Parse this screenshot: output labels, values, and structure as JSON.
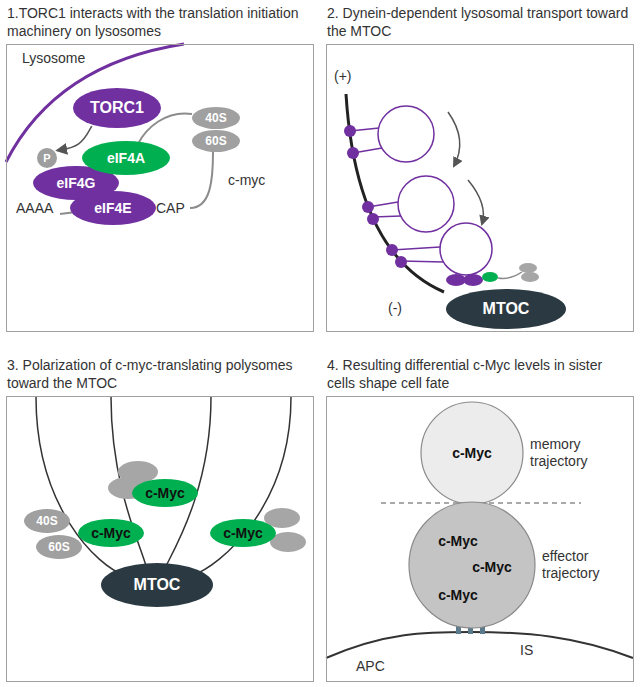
{
  "diagram": {
    "nodes": [
      {
        "text": [
          "1.TORC1 interacts with the translation initiation machinery on lysosomes"
        ]
      },
      {
        "text": [
          "TORC1"
        ],
        "in": 0
      },
      {
        "text": [
          "P"
        ],
        "in": 0
      },
      {
        "text": [
          "eIF4G"
        ],
        "in": 0
      },
      {
        "text": [
          "eIF4A"
        ],
        "in": 0
      },
      {
        "text": [
          "eIF4E"
        ],
        "in": 0
      },
      {
        "text": [
          "40S"
        ],
        "in": 0
      },
      {
        "text": [
          "60S"
        ],
        "in": 0
      },
      {
        "text": [
          "2. Dynein-dependent lysosomal transport toward the MTOC"
        ]
      },
      {
        "text": [
          "MTOC"
        ],
        "in": 8
      },
      {
        "text": [
          "3. Polarization of c-myc-translating polysomes toward the MTOC"
        ]
      },
      {
        "text": [
          "40S"
        ],
        "in": 10
      },
      {
        "text": [
          "60S"
        ],
        "in": 10
      },
      {
        "text": [
          "c-Myc"
        ],
        "in": 10
      },
      {
        "text": [
          "c-Myc"
        ],
        "in": 10
      },
      {
        "text": [
          "c-Myc"
        ],
        "in": 10
      },
      {
        "text": [
          "MTOC"
        ],
        "in": 10
      },
      {
        "text": [
          "4. Resulting differential c-Myc levels in sister cells shape cell fate"
        ]
      },
      {
        "text": [
          "memory trajectory"
        ],
        "in": 17
      },
      {
        "text": [
          "c-Myc"
        ],
        "in": 18
      },
      {
        "text": [
          "effector trajectory"
        ],
        "in": 17
      },
      {
        "text": [
          "c-Myc"
        ],
        "in": 20
      },
      {
        "text": [
          "c-Myc"
        ],
        "in": 20
      },
      {
        "text": [
          "c-Myc"
        ],
        "in": 20
      }
    ],
    "edges": [
      {
        "from": 1,
        "to": 2,
        "arrow": "to"
      }
    ],
    "labels": [
      "Lysosome",
      "AAAA",
      "CAP",
      "c-myc",
      "(+)",
      "(-)",
      "APC",
      "IS"
    ]
  }
}
